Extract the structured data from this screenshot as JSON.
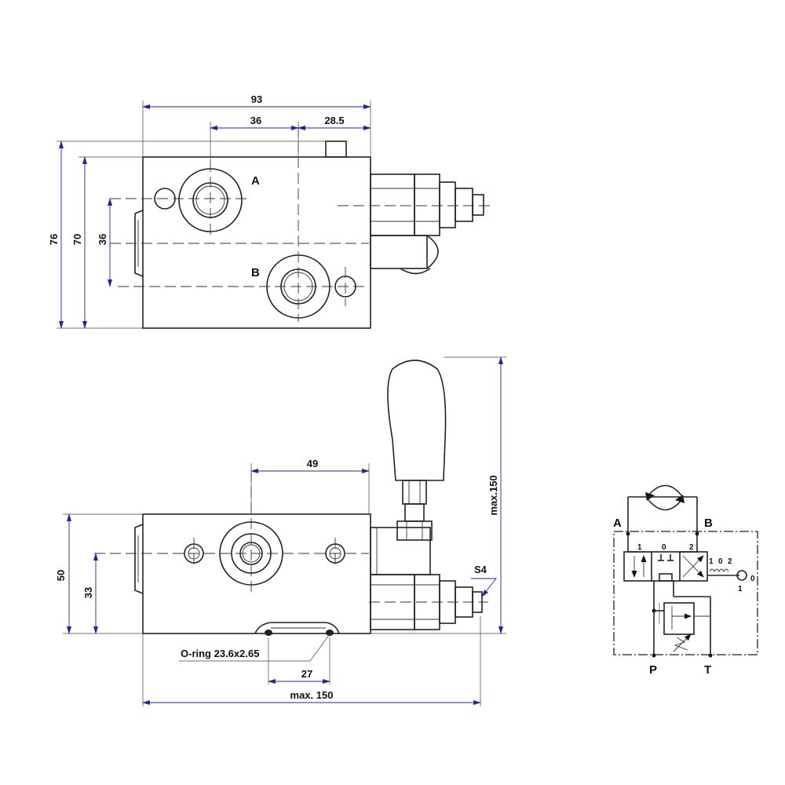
{
  "colors": {
    "dimension_line": "#1a2a9a",
    "outline": "#222222",
    "background": "#ffffff"
  },
  "top_view": {
    "dims": {
      "width_total": "93",
      "width_36": "36",
      "width_28_5": "28.5",
      "height_76": "76",
      "height_70": "70",
      "height_36": "36"
    },
    "ports": {
      "a": "A",
      "b": "B"
    }
  },
  "front_view": {
    "dims": {
      "width_49": "49",
      "height_50": "50",
      "height_33": "33",
      "height_max": "max.150",
      "width_27": "27",
      "width_max": "max. 150"
    },
    "labels": {
      "oring": "O-ring 23.6x2.65",
      "s4": "S4"
    }
  },
  "schematic": {
    "ports": {
      "a": "A",
      "b": "B",
      "p": "P",
      "t": "T"
    },
    "positions": {
      "p1": "1",
      "p0": "0",
      "p2": "2"
    },
    "detent": {
      "d1": "1",
      "d0": "0",
      "d2": "2",
      "side0": "0",
      "side1": "1"
    }
  }
}
